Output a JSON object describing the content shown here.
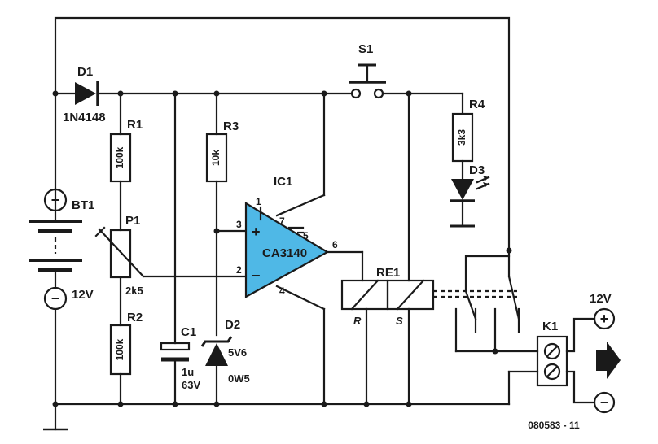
{
  "labels": {
    "d1": "D1",
    "d1_part": "1N4148",
    "r1": "R1",
    "r1_value": "100k",
    "r3": "R3",
    "r3_value": "10k",
    "r4": "R4",
    "r4_value": "3k3",
    "d3": "D3",
    "s1": "S1",
    "ic1": "IC1",
    "ic1_part": "CA3140",
    "bt1": "BT1",
    "bt1_voltage": "12V",
    "p1": "P1",
    "p1_value": "2k5",
    "r2": "R2",
    "r2_value": "100k",
    "c1": "C1",
    "c1_value1": "1u",
    "c1_value2": "63V",
    "d2": "D2",
    "d2_value1": "5V6",
    "d2_value2": "0W5",
    "re1": "RE1",
    "re1_r": "R",
    "re1_s": "S",
    "k1": "K1",
    "k1_voltage": "12V",
    "reference": "080583 - 11"
  },
  "pins": {
    "ic_p1": "1",
    "ic_p2": "2",
    "ic_p3": "3",
    "ic_p4": "4",
    "ic_p5": "5",
    "ic_p6": "6",
    "ic_p7": "7"
  },
  "symbols": {
    "plus": "+",
    "minus": "−"
  }
}
